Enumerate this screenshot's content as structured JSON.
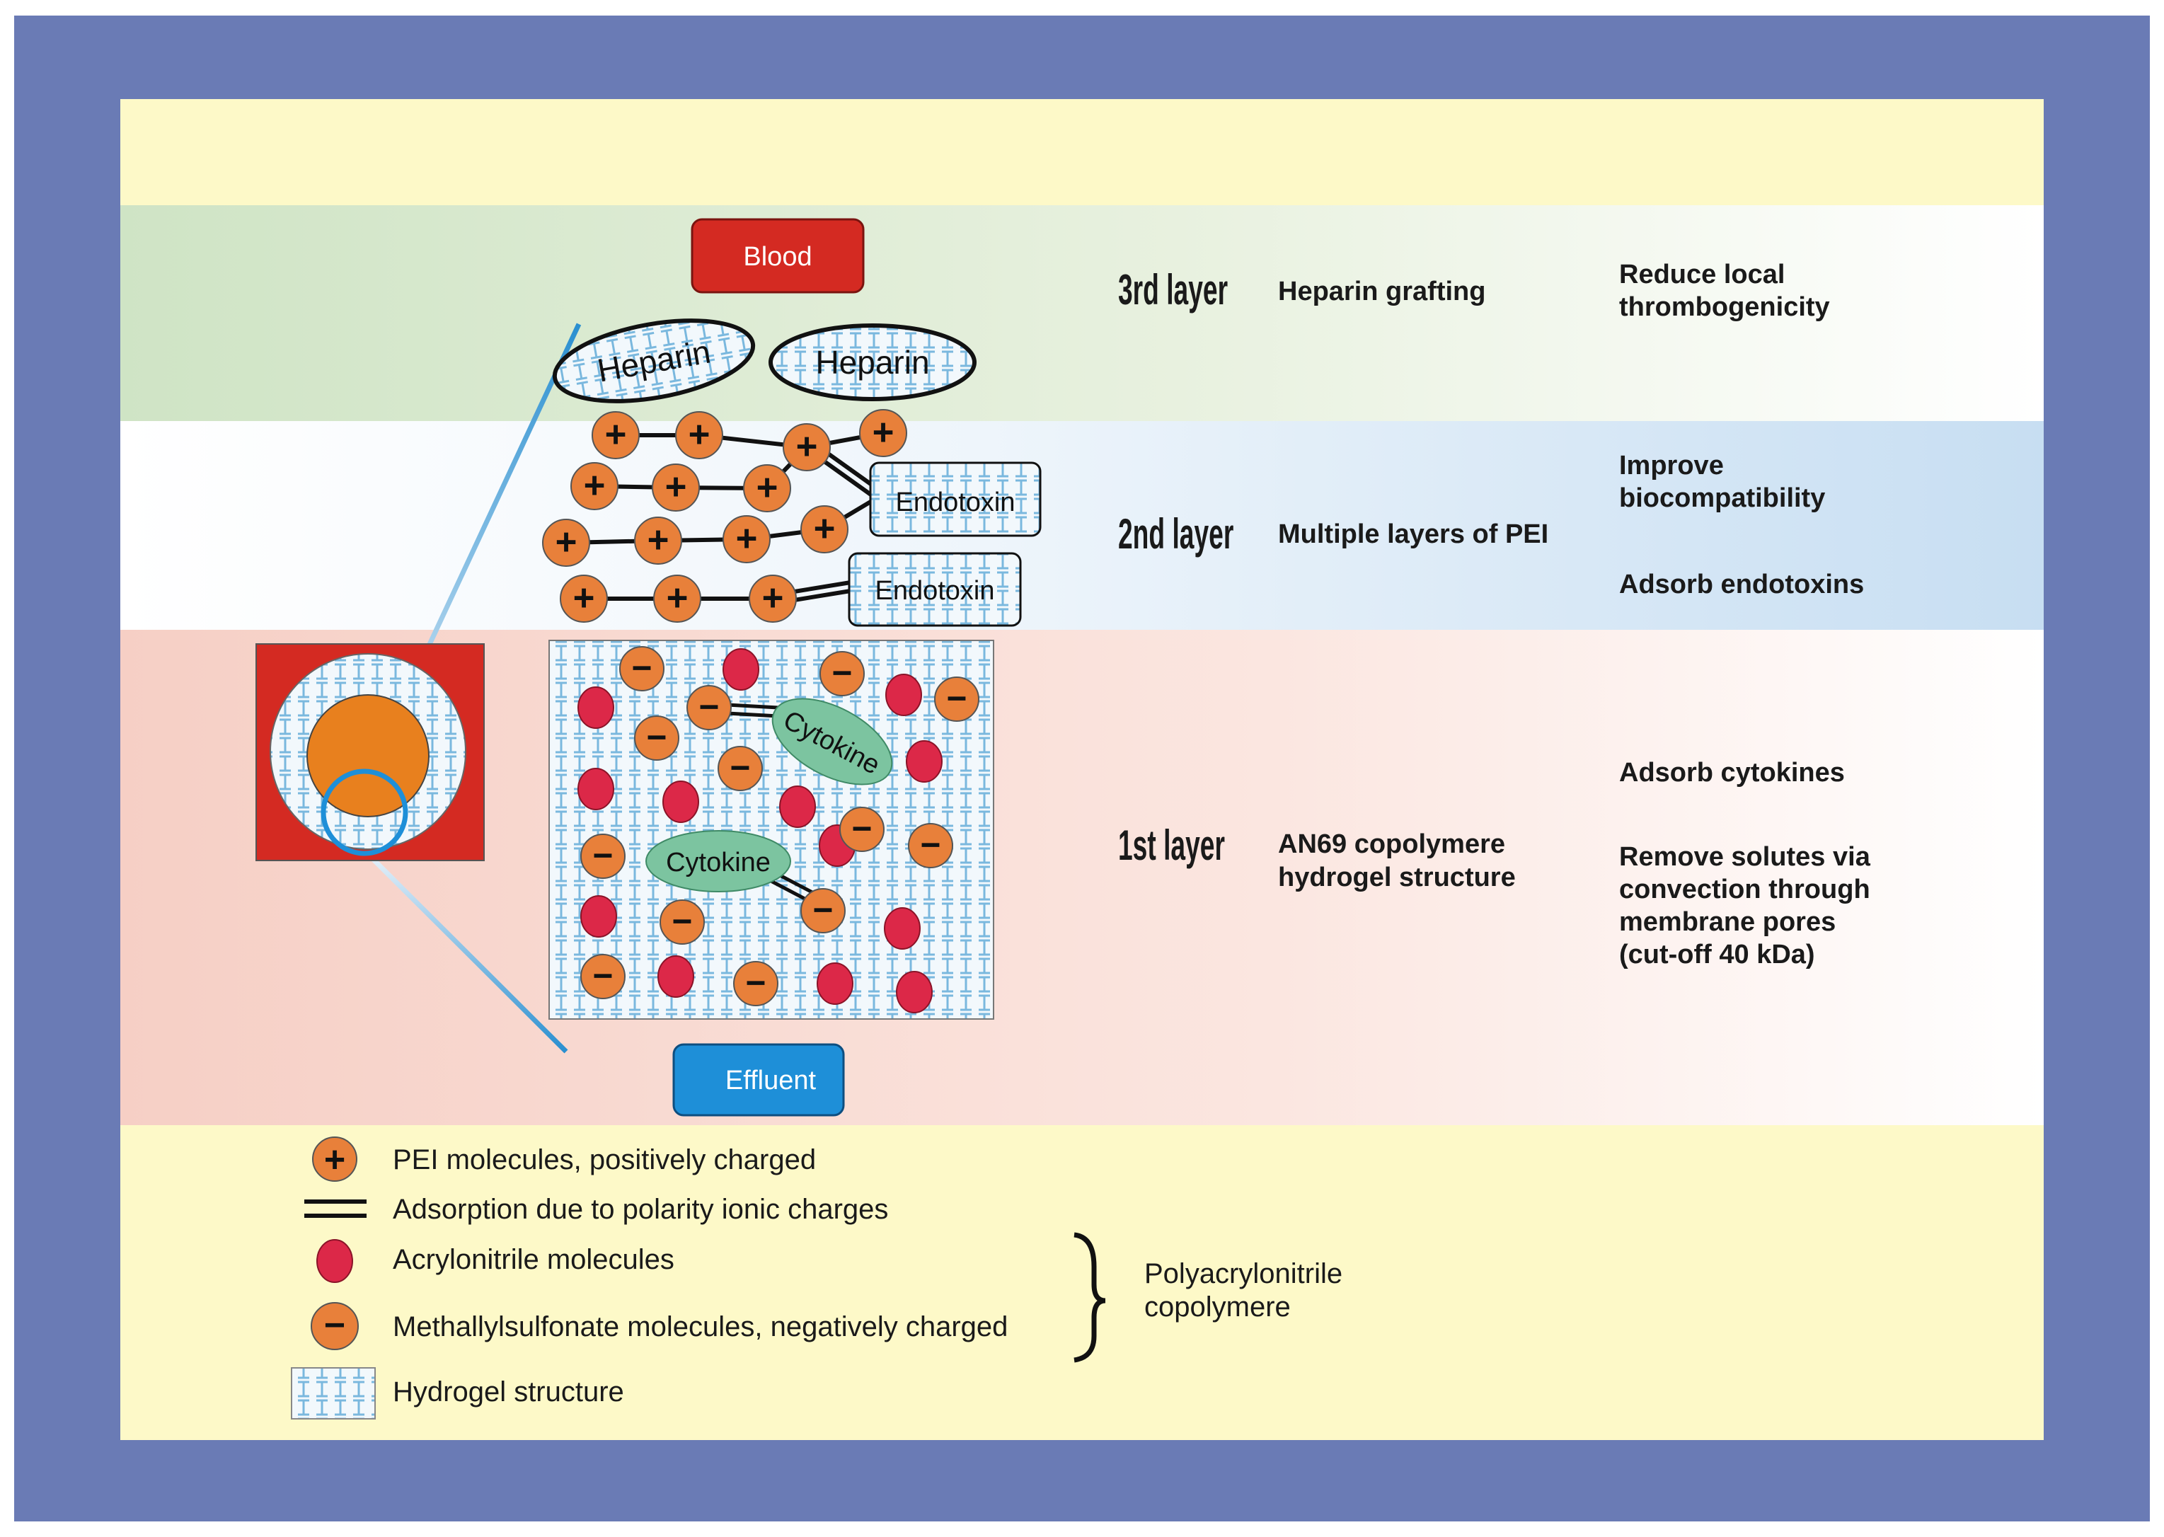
{
  "blood_label": "Blood",
  "effluent_label": "Effluent",
  "heparin_labels": [
    "Heparin",
    "Heparin"
  ],
  "endotoxin_labels": [
    "Endotoxin",
    "Endotoxin"
  ],
  "cytokine_labels": [
    "Cytokine",
    "Cytokine"
  ],
  "charge_symbols": {
    "positive": "+",
    "negative": "−"
  },
  "layers": [
    {
      "name": "3rd layer",
      "description": "Heparin grafting",
      "functions": [
        "Reduce local",
        "thrombogenicity"
      ]
    },
    {
      "name": "2nd layer",
      "description": "Multiple layers of PEI",
      "functions": [
        "Improve",
        "biocompatibility",
        "Adsorb endotoxins"
      ]
    },
    {
      "name": "1st layer",
      "description": [
        "AN69 copolymere",
        "hydrogel structure"
      ],
      "functions": [
        "Adsorb cytokines",
        "Remove solutes via",
        "convection through",
        "membrane pores",
        "(cut-off 40 kDa)"
      ]
    }
  ],
  "legend": {
    "items": [
      "PEI molecules, positively charged",
      "Adsorption due to polarity ionic charges",
      "Acrylonitrile molecules",
      "Methallylsulfonate molecules, negatively charged",
      "Hydrogel structure"
    ],
    "group_label": [
      "Polyacrylonitrile",
      "copolymere"
    ]
  },
  "colors": {
    "frame": "#6a7bb5",
    "panel": "#fdf9c8",
    "blood_box": "#d42a22",
    "effluent_box": "#1e8fd8",
    "pei_orange": "#e8803a",
    "acrylonitrile_red": "#dc2848",
    "cytokine_green": "#7cc4a0",
    "zoom_line": "#2a8fd0"
  }
}
